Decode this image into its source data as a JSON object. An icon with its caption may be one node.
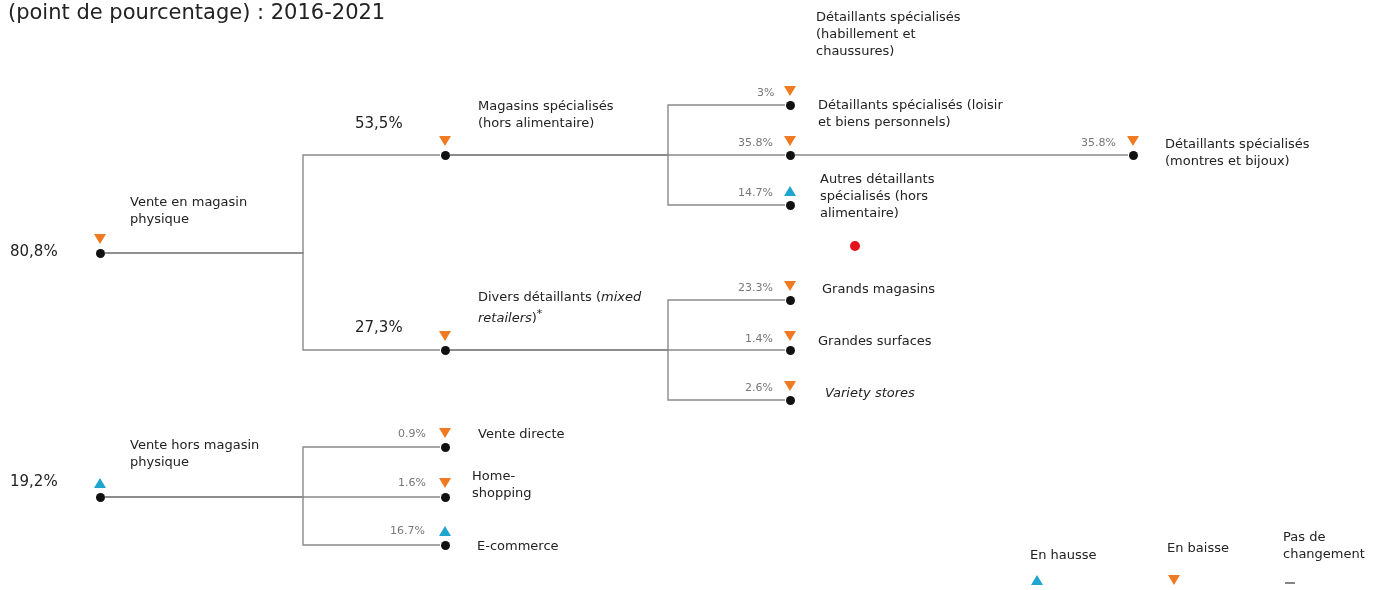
{
  "diagram": {
    "title": "(point de pourcentage) : 2016-2021",
    "nodes": [
      {
        "text": [
          "Vente en magasin physique"
        ],
        "beside": [
          "80,8%"
        ]
      },
      {
        "text": [
          "Magasins spécialisés (hors alimentaire)"
        ],
        "beside": [
          "53,5%"
        ]
      },
      {
        "text": [
          "Divers détaillants (*mixed retailers*)$^{*}$"
        ],
        "beside": [
          "27,3%"
        ]
      },
      {
        "text": [
          "Détaillants spécialisés (habillement et chaussures)"
        ],
        "beside": [
          "3%"
        ]
      },
      {
        "text": [
          "Détaillants spécialisés (loisir et biens personnels)"
        ],
        "beside": [
          "35.8%"
        ]
      },
      {
        "text": [
          "Autres détaillants spécialisés (hors alimentaire)"
        ],
        "beside": [
          "14.7%"
        ]
      },
      {
        "text": [
          "Détaillants spécialisés (montres et bijoux)"
        ],
        "beside": [
          "35.8%"
        ]
      },
      {
        "text": [
          "Grands magasins"
        ],
        "beside": [
          "23.3%"
        ]
      },
      {
        "text": [
          "Grandes surfaces"
        ],
        "beside": [
          "1.4%"
        ]
      },
      {
        "text": [
          "Variety stores"
        ],
        "beside": [
          "2.6%"
        ]
      },
      {
        "text": [
          "Vente hors magasin physique"
        ],
        "beside": [
          "19,2%"
        ]
      },
      {
        "text": [
          "Vente directe"
        ],
        "beside": [
          "0.9%"
        ]
      },
      {
        "text": [
          "Home-shopping"
        ],
        "beside": [
          "1.6%"
        ]
      },
      {
        "text": [
          "E-commerce"
        ],
        "beside": [
          "16.7%"
        ]
      }
    ],
    "edges": [
      {
        "from": 0,
        "to": 1,
        "arrow": "none"
      },
      {
        "from": 0,
        "to": 2,
        "arrow": "none"
      },
      {
        "from": 1,
        "to": 3,
        "arrow": "none"
      },
      {
        "from": 1,
        "to": 4,
        "arrow": "none"
      },
      {
        "from": 1,
        "to": 5,
        "arrow": "none"
      },
      {
        "from": 4,
        "to": 6,
        "arrow": "none"
      },
      {
        "from": 2,
        "to": 7,
        "arrow": "none"
      },
      {
        "from": 2,
        "to": 8,
        "arrow": "none"
      },
      {
        "from": 2,
        "to": 9,
        "arrow": "none"
      },
      {
        "from": 10,
        "to": 11,
        "arrow": "none"
      },
      {
        "from": 10,
        "to": 12,
        "arrow": "none"
      },
      {
        "from": 10,
        "to": 13,
        "arrow": "none"
      }
    ],
    "legend": [
      {
        "text": "En hausse"
      },
      {
        "text": "En baisse"
      },
      {
        "text": "Pas de changement"
      }
    ]
  }
}
